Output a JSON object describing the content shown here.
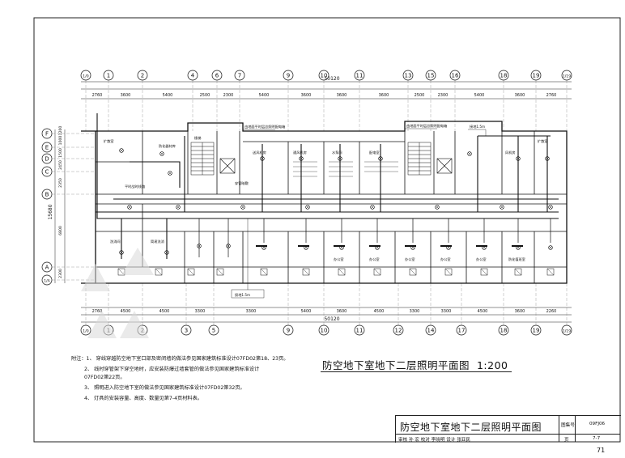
{
  "drawing": {
    "title": "防空地下室地下二层照明平面图",
    "scale": "1:200",
    "overall_dimension": "50120",
    "left_dimension": "15680",
    "top_axes": [
      "1/0",
      "1",
      "2",
      "4",
      "6",
      "7",
      "9",
      "10",
      "11",
      "13",
      "15",
      "16",
      "18",
      "19",
      "1/19"
    ],
    "bottom_axes": [
      "1/0",
      "1",
      "2",
      "3",
      "5",
      "9",
      "10",
      "11",
      "12",
      "14",
      "17",
      "18",
      "19",
      "1/19"
    ],
    "top_spans": [
      "2760",
      "3600",
      "5400",
      "2500",
      "2300",
      "5400",
      "3600",
      "3600",
      "3600",
      "2500",
      "2300",
      "5400",
      "3600",
      "2760"
    ],
    "bottom_spans": [
      "2760",
      "4500",
      "4500",
      "3300",
      "3300",
      "5400",
      "3600",
      "4500",
      "3300",
      "3300",
      "4500",
      "3600",
      "2260"
    ],
    "left_axes": [
      "F",
      "E",
      "D",
      "C",
      "B",
      "A",
      "1/A"
    ],
    "left_spans": [
      "1200",
      "1000",
      "1500",
      "2450",
      "2350",
      "6800",
      "2300"
    ],
    "room_labels": [
      "扩散室",
      "防化器材库",
      "送风机房",
      "通风机房",
      "水泵间",
      "配电室",
      "办公室",
      "办公室",
      "办公室",
      "办公室",
      "办公室",
      "防化值班室",
      "洗消间",
      "简易洗消",
      "风机房",
      "扩散室",
      "楼梯"
    ],
    "callouts": [
      "由地面平时层总照明配电箱",
      "由地面平时层总照明配电箱",
      "平时战时线路",
      "穿管暗敷",
      "接地1.5m",
      "接地1.5m"
    ]
  },
  "notes": [
    "附注：1、 穿线穿越防空地下室口部及密闭墙的做法参见国家建筑标准设计07FD02第18、23页。",
    "2、 线时穿管架下穿空地时，应安装防爆过墙套管的做法参见国家建筑标准设计",
    "07FD02第22页。",
    "3、 照明进入防空地下室的做法参见国家建筑标准设计07FD02第32页。",
    "4、 灯具的安装容量、高度、数量见第7-4页材料表。"
  ],
  "title_block": {
    "atlas_label": "图集号",
    "atlas_no": "09FJ06",
    "page_label": "页",
    "page": "7-7",
    "review_row": "审核 孙 宏 校对 李晓明 设计 张亚民",
    "sheet_page_no": "71"
  }
}
